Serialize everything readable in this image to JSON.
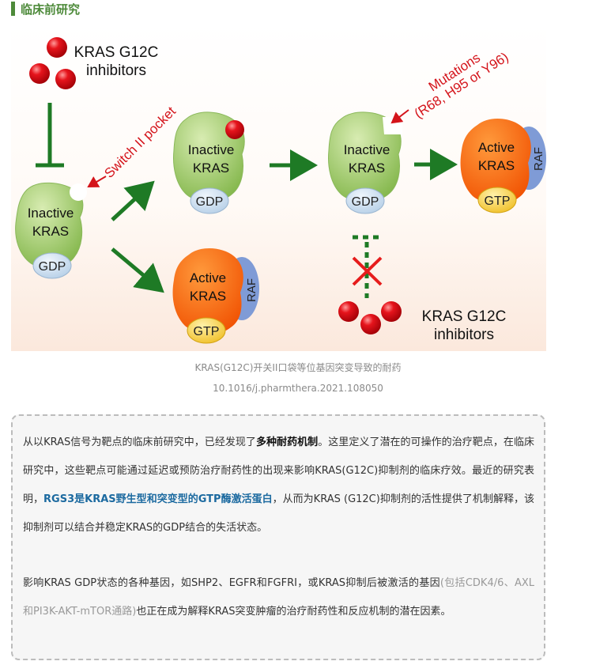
{
  "header": {
    "title": "临床前研究"
  },
  "figure": {
    "inhibitor_label_top": [
      "KRAS G12C",
      "inhibitors"
    ],
    "inhibitor_label_bottom": [
      "KRAS G12C",
      "inhibitors"
    ],
    "switch_pocket": "Switch II pocket",
    "mutations": [
      "Mutations",
      "(R68, H95 or Y96)"
    ],
    "inactive": [
      "Inactive",
      "KRAS"
    ],
    "active": [
      "Active",
      "KRAS"
    ],
    "gdp": "GDP",
    "gtp": "GTP",
    "raf": "RAF",
    "colors": {
      "inactive": "#94c45a",
      "active": "#f56a10",
      "gdp": "#c9ddf0",
      "gtp": "#f3cb3a",
      "raf": "#7f9bd6",
      "arrow": "#1e7a25",
      "annotation": "#d4141b"
    }
  },
  "captions": {
    "line1": "KRAS(G12C)开关II口袋等位基因突变导致的耐药",
    "line2": "10.1016/j.pharmthera.2021.108050"
  },
  "textbox": {
    "p1_a": "从以KRAS信号为靶点的临床前研究中，已经发现了",
    "p1_b": "多种耐药机制",
    "p1_c": "。这里定义了潜在的可操作的治疗靶点，在临床研究中，这些靶点可能通过延迟或预防治疗耐药性的出现来影响KRAS(G12C)抑制剂的临床疗效。最近的研究表明，",
    "p1_d": "RGS3是KRAS野生型和突变型的GTP酶激活蛋白",
    "p1_e": "，从而为KRAS (G12C)抑制剂的活性提供了机制解释，该抑制剂可以结合并稳定KRAS的GDP结合的失活状态。",
    "p2_a": "影响KRAS GDP状态的各种基因，如SHP2、EGFR和FGFRI，或KRAS抑制后被激活的基因",
    "p2_b": "(包括CDK4/6、AXL和PI3K-AKT-mTOR通路)",
    "p2_c": "也正在成为解释KRAS突变肿瘤的治疗耐药性和反应机制的潜在因素。"
  }
}
